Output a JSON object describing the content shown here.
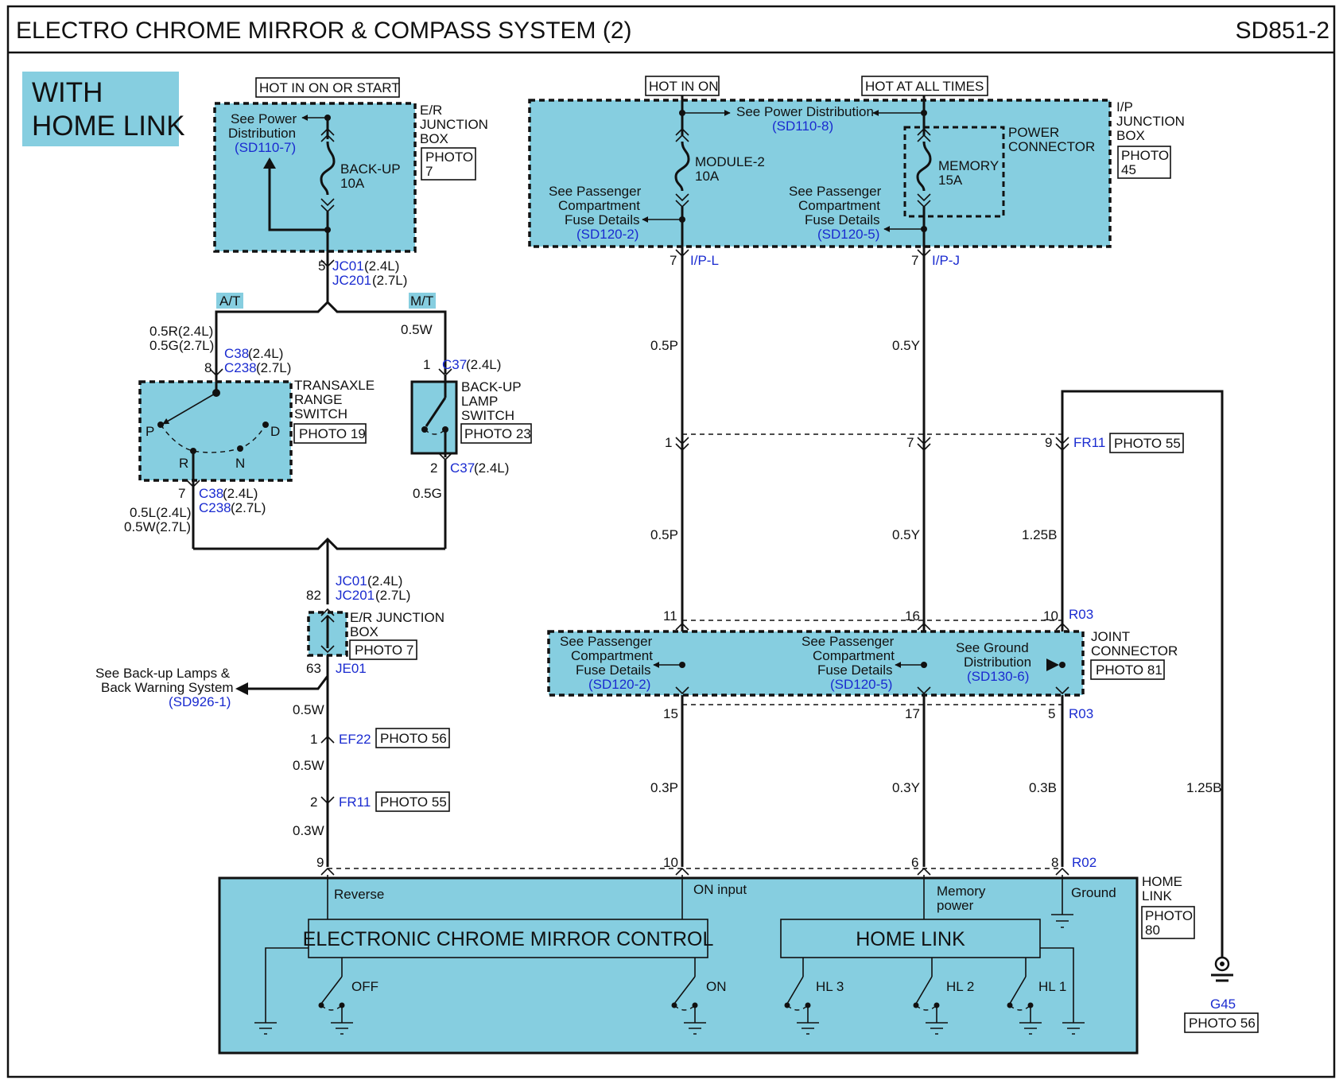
{
  "header": {
    "title": "ELECTRO CHROME MIRROR & COMPASS SYSTEM (2)",
    "code": "SD851-2"
  },
  "badge": {
    "line1": "WITH",
    "line2": "HOME LINK",
    "color": "#86cee0"
  },
  "colors": {
    "component_fill": "#86cee0",
    "link_text": "#1a2bd0",
    "wire": "#111111"
  },
  "power": {
    "hot_start": "HOT IN ON OR START",
    "hot_on": "HOT IN ON",
    "hot_always": "HOT AT ALL TIMES"
  },
  "er_box": {
    "name1": "E/R",
    "name2": "JUNCTION",
    "name3": "BOX",
    "photo1": "PHOTO",
    "photo2": "7",
    "see1": "See Power",
    "see2": "Distribution",
    "see_ref": "(SD110-7)",
    "fuse_name": "BACK-UP",
    "fuse_rating": "10A"
  },
  "ip_box": {
    "name1": "I/P",
    "name2": "JUNCTION",
    "name3": "BOX",
    "photo1": "PHOTO",
    "photo2": "45",
    "see_power": "See Power Distribution",
    "see_power_ref": "(SD110-8)",
    "fuse1_name": "MODULE-2",
    "fuse1_rating": "10A",
    "fuse2_name": "MEMORY",
    "fuse2_rating": "15A",
    "power_conn": "POWER",
    "power_conn2": "CONNECTOR",
    "pass1_a": "See Passenger",
    "pass1_b": "Compartment",
    "pass1_c": "Fuse Details",
    "pass1_ref": "(SD120-2)",
    "pass2_a": "See Passenger",
    "pass2_b": "Compartment",
    "pass2_c": "Fuse Details",
    "pass2_ref": "(SD120-5)"
  },
  "left": {
    "jc_pin": "5",
    "jc01": "JC01",
    "jc01_spec": "(2.4L)",
    "jc201": "JC201",
    "jc201_spec": "(2.7L)",
    "at": "A/T",
    "mt": "M/T",
    "w_at_1": "0.5R(2.4L)",
    "w_at_2": "0.5G(2.7L)",
    "w_mt": "0.5W",
    "c38_pin": "8",
    "c38": "C38",
    "c38_spec": "(2.4L)",
    "c238": "C238",
    "c238_spec": "(2.7L)",
    "c37_pin": "1",
    "c37": "C37",
    "c37_spec": "(2.4L)",
    "trans1": "TRANSAXLE",
    "trans2": "RANGE",
    "trans3": "SWITCH",
    "trans_photo": "PHOTO 19",
    "pos_p": "P",
    "pos_r": "R",
    "pos_n": "N",
    "pos_d": "D",
    "bl1": "BACK-UP",
    "bl2": "LAMP",
    "bl3": "SWITCH",
    "bl_photo": "PHOTO 23",
    "c38b_pin": "7",
    "c38b": "C38",
    "c38b_spec": "(2.4L)",
    "c238b": "C238",
    "c238b_spec": "(2.7L)",
    "w_tr_1": "0.5L(2.4L)",
    "w_tr_2": "0.5W(2.7L)",
    "c37b_pin": "2",
    "c37b": "C37",
    "c37b_spec": "(2.4L)",
    "w_bl": "0.5G",
    "jc_b_pin": "82",
    "jc01b": "JC01",
    "jc01b_spec": "(2.4L)",
    "jc201b": "JC201",
    "jc201b_spec": "(2.7L)",
    "erj1": "E/R JUNCTION",
    "erj2": "BOX",
    "erj_photo": "PHOTO 7",
    "je_pin": "63",
    "je01": "JE01",
    "see_bl1": "See Back-up Lamps &",
    "see_bl2": "Back Warning System",
    "see_bl_ref": "(SD926-1)",
    "w_05w_a": "0.5W",
    "ef22_pin": "1",
    "ef22": "EF22",
    "ef22_photo": "PHOTO 56",
    "w_05w_b": "0.5W",
    "fr11_pin": "2",
    "fr11": "FR11",
    "fr11_photo": "PHOTO 55",
    "w_03w": "0.3W"
  },
  "right": {
    "ipl_pin": "7",
    "ipl": "I/P-L",
    "ipj_pin": "7",
    "ipj": "I/P-J",
    "w1": "0.5P",
    "w2": "0.5Y",
    "fr11_p1": "1",
    "fr11_p2": "7",
    "fr11_p3": "9",
    "fr11": "FR11",
    "fr11_photo": "PHOTO 55",
    "w3": "0.5P",
    "w4": "0.5Y",
    "w5": "1.25B",
    "r03_p1": "11",
    "r03_p2": "16",
    "r03_p3": "10",
    "r03": "R03",
    "joint1": "JOINT",
    "joint2": "CONNECTOR",
    "joint_photo": "PHOTO 81",
    "jp1_a": "See Passenger",
    "jp1_b": "Compartment",
    "jp1_c": "Fuse Details",
    "jp1_ref": "(SD120-2)",
    "jp2_a": "See Passenger",
    "jp2_b": "Compartment",
    "jp2_c": "Fuse Details",
    "jp2_ref": "(SD120-5)",
    "jg_a": "See Ground",
    "jg_b": "Distribution",
    "jg_ref": "(SD130-6)",
    "r03b_p1": "15",
    "r03b_p2": "17",
    "r03b_p3": "5",
    "r03b": "R03",
    "w6": "0.3P",
    "w7": "0.3Y",
    "w8": "0.3B",
    "w9": "1.25B",
    "r02_p1": "10",
    "r02_p2": "6",
    "r02_p3": "8",
    "r02": "R02"
  },
  "homelink": {
    "pin_rev": "9",
    "name1": "HOME",
    "name2": "LINK",
    "photo1": "PHOTO",
    "photo2": "80",
    "reverse": "Reverse",
    "on_input": "ON input",
    "mem1": "Memory",
    "mem2": "power",
    "ground": "Ground",
    "ecm": "ELECTRONIC CHROME  MIRROR CONTROL",
    "hl": "HOME  LINK",
    "off": "OFF",
    "on": "ON",
    "hl3": "HL 3",
    "hl2": "HL 2",
    "hl1": "HL 1"
  },
  "ground_g45": {
    "name": "G45",
    "photo": "PHOTO 56"
  }
}
